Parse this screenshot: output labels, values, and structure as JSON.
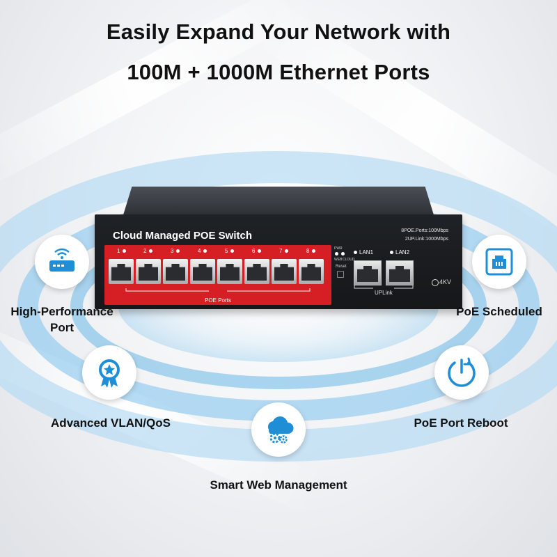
{
  "headline": {
    "line1": "Easily Expand Your Network with",
    "line2": "100M + 1000M Ethernet Ports"
  },
  "switch": {
    "title": "Cloud Managed POE Switch",
    "spec_line1": "8POE.Ports:100Mbps",
    "spec_line2": "2UP.Link:1000Mbps",
    "poe_ports": [
      "1",
      "2",
      "3",
      "4",
      "5",
      "6",
      "7",
      "8"
    ],
    "poe_label": "POE Ports",
    "indicator_pwr": "PWR",
    "indicator_web": "WEB",
    "indicator_cloud": "CLOUD",
    "reset_label": "Reset",
    "uplink_ports": [
      "LAN1",
      "LAN2"
    ],
    "uplink_label": "UPLink",
    "surge_label": "4KV"
  },
  "features": {
    "port": "High-Performance Port",
    "poe_scheduled": "PoE Scheduled",
    "vlan": "Advanced VLAN/QoS",
    "reboot": "PoE Port Reboot",
    "web": "Smart Web Management"
  },
  "colors": {
    "accent_blue": "#1e8fd6",
    "poe_red": "#d51f25",
    "switch_body": "#1b1d20"
  },
  "icons": {
    "port": "router-icon",
    "poe_scheduled": "ethernet-port-icon",
    "vlan": "award-badge-icon",
    "reboot": "power-reboot-icon",
    "web": "cloud-gears-icon"
  }
}
